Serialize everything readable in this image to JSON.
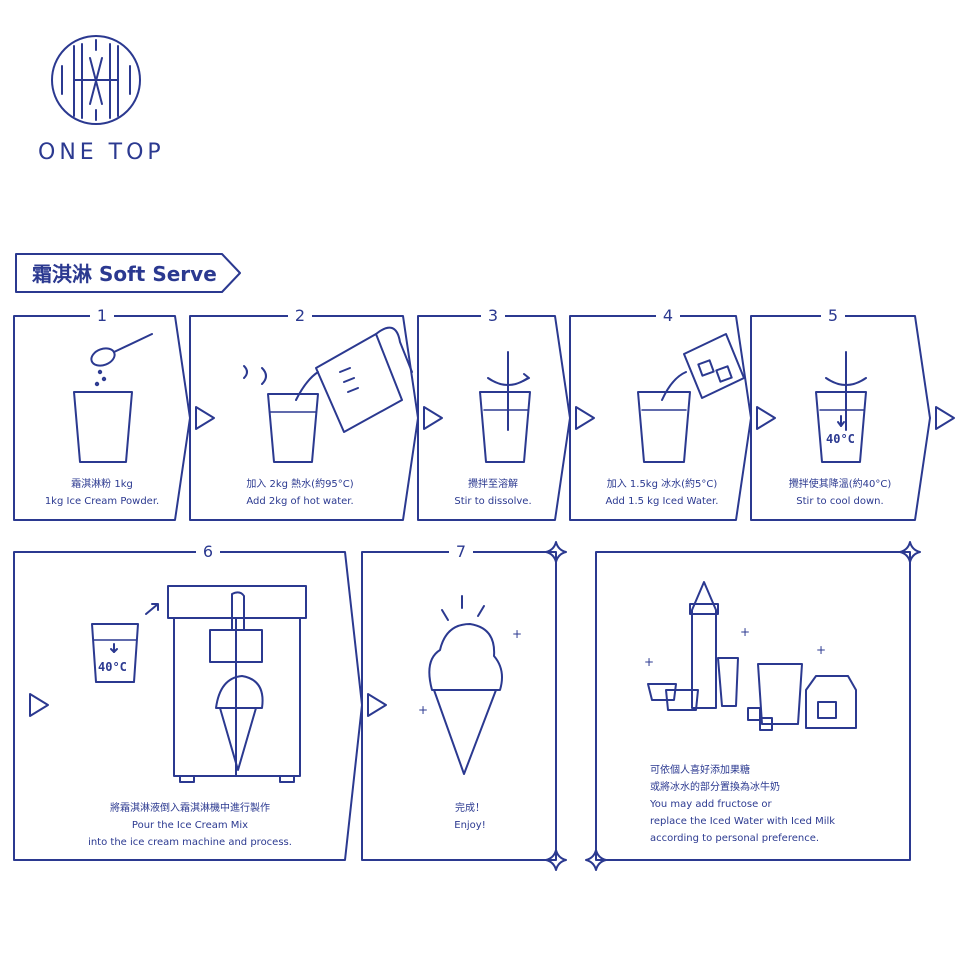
{
  "brand": {
    "name": "ONE TOP"
  },
  "section_title": "霜淇淋 Soft Serve",
  "steps": [
    {
      "number": "1",
      "zh": "霜淇淋粉 1kg",
      "en": "1kg Ice Cream Powder."
    },
    {
      "number": "2",
      "zh": "加入 2kg 熱水(約95°C)",
      "en": "Add 2kg of hot water."
    },
    {
      "number": "3",
      "zh": "攪拌至溶解",
      "en": "Stir to dissolve."
    },
    {
      "number": "4",
      "zh": "加入 1.5kg 冰水(約5°C)",
      "en": "Add 1.5 kg Iced Water."
    },
    {
      "number": "5",
      "zh": "攪拌使其降溫(約40°C)",
      "en": "Stir to cool down.",
      "temp": "40°C"
    },
    {
      "number": "6",
      "zh": "將霜淇淋液倒入霜淇淋機中進行製作",
      "en1": "Pour the Ice Cream Mix",
      "en2": "into the ice cream machine and process.",
      "temp": "40°C"
    },
    {
      "number": "7",
      "zh": "完成！",
      "en": "Enjoy!"
    }
  ],
  "tip": {
    "zh1": "可依個人喜好添加果糖",
    "zh2": "或將冰水的部分置換為冰牛奶",
    "en1": "You may add fructose or",
    "en2": "replace the Iced Water with Iced Milk",
    "en3": "according to personal preference."
  },
  "colors": {
    "ink": "#2b3990",
    "tint": "#e8ecf7",
    "bg": "#ffffff"
  }
}
